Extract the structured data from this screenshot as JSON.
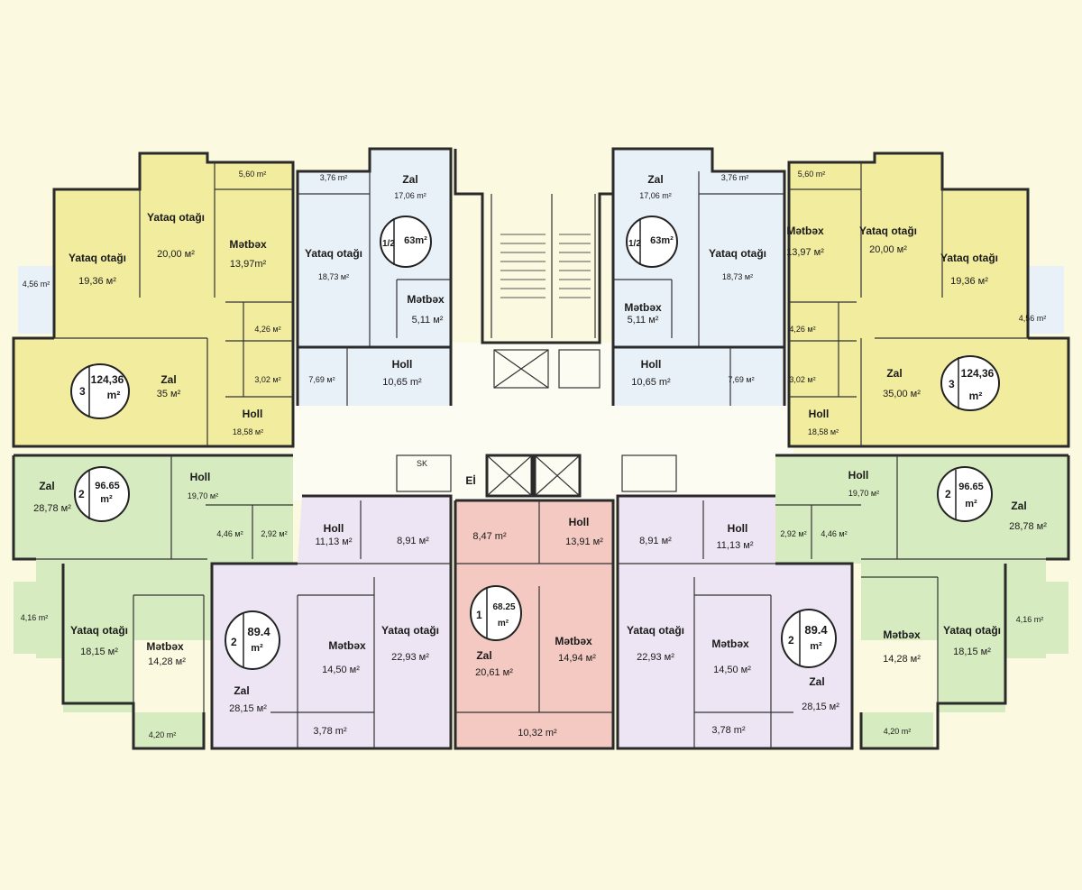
{
  "colors": {
    "background": "#fbf9df",
    "apt3": "#f2ec9f",
    "apt_small": "#e9f1f8",
    "apt96": "#d6ecc0",
    "apt89": "#ede5f3",
    "apt1": "#f3c9c1",
    "corridor": "#fdfcf2",
    "wall": "#2a2a2a"
  },
  "labels": {
    "zal": "Zal",
    "yataq": "Yataq otağı",
    "metbex": "Mətbəx",
    "holl": "Holl",
    "sk": "SK",
    "ei": "Eİ",
    "m2": "m²"
  },
  "areas": {
    "a5_60": "5,60 m²",
    "a3_76": "3,76 m²",
    "a17_06": "17,06 m²",
    "a20_00": "20,00 м²",
    "a13_97_l": "13,97m²",
    "a13_97_r": "13,97 м²",
    "a19_36": "19,36 м²",
    "a18_73": "18,73 м²",
    "a4_56": "4,56 m²",
    "a4_26": "4,26 м²",
    "a3_02": "3,02 м²",
    "a5_11": "5,11 м²",
    "a7_69": "7,69 м²",
    "a10_65": "10,65 m²",
    "a35_l": "35 м²",
    "a35_r": "35,00 м²",
    "a18_58": "18,58 м²",
    "a19_70": "19,70 м²",
    "a28_78": "28,78 м²",
    "a4_46": "4,46 м²",
    "a2_92": "2,92 м²",
    "a11_13": "11,13 м²",
    "a8_91": "8,91 м²",
    "a8_47": "8,47 m²",
    "a13_91": "13,91 м²",
    "a4_16": "4,16 m²",
    "a18_15": "18,15 м²",
    "a14_28": "14,28 м²",
    "a4_20": "4,20 m²",
    "a28_15": "28,15 м²",
    "a14_50": "14,50 м²",
    "a22_93": "22,93 м²",
    "a3_78": "3,78 m²",
    "a20_61": "20,61 м²",
    "a14_94": "14,94 м²",
    "a10_32": "10,32 m²"
  },
  "badges": {
    "b3_total": "124,36",
    "b3_rooms": "3",
    "b96_total": "96.65",
    "b96_rooms": "2",
    "b89_total": "89.4",
    "b89_rooms": "2",
    "b63_total": "63m²",
    "b63_rooms": "1/2",
    "b68_total": "68.25",
    "b68_rooms": "1"
  }
}
